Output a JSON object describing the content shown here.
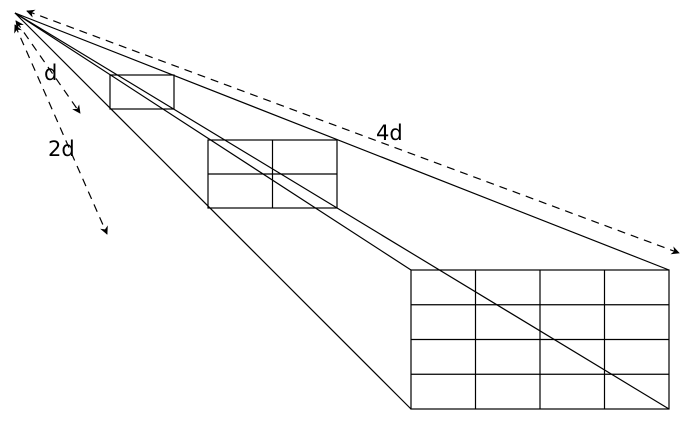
{
  "labels": {
    "distance_1": "d",
    "distance_2": "2d",
    "distance_3": "4d"
  },
  "colors": {
    "stroke": "#000000",
    "background": "#ffffff"
  },
  "grids": [
    {
      "rows": 1,
      "cols": 1
    },
    {
      "rows": 2,
      "cols": 2
    },
    {
      "rows": 4,
      "cols": 4
    }
  ]
}
